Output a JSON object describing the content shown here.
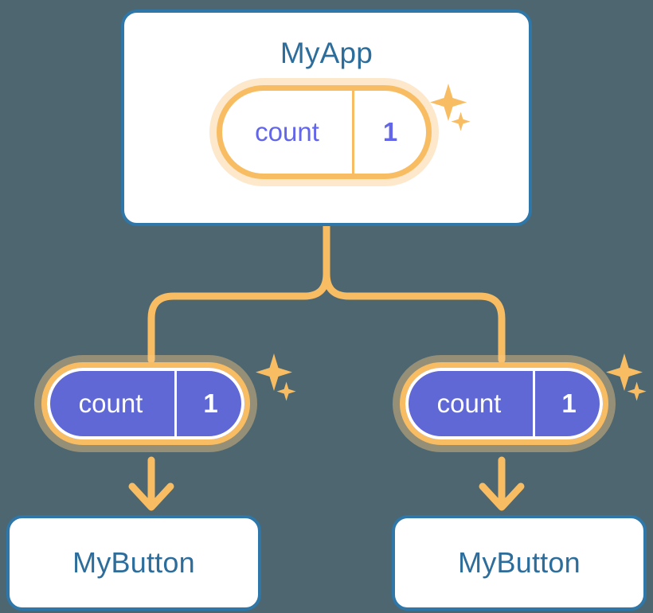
{
  "theme": {
    "background": "#4d666f",
    "card_border": "#2e77a8",
    "card_fill": "#ffffff",
    "title_color": "#2d6d9b",
    "pill_ring": "#f8bd63",
    "pill_halo": "#fbdcab",
    "pill_state_fill": "#6068d6",
    "pill_app_text": "#6366e8",
    "pill_state_text": "#ffffff",
    "connector": "#f8bd63"
  },
  "diagram": {
    "type": "component-tree",
    "root": {
      "name": "app-card",
      "title": "MyApp",
      "state": {
        "key": "count",
        "value": "1",
        "style": "outlined",
        "sparkle": "sparkle-icon"
      }
    },
    "children": [
      {
        "name": "branch-left",
        "state": {
          "key": "count",
          "value": "1",
          "style": "filled",
          "sparkle": "sparkle-icon"
        },
        "leaf": {
          "name": "button-card-left",
          "title": "MyButton"
        }
      },
      {
        "name": "branch-right",
        "state": {
          "key": "count",
          "value": "1",
          "style": "filled",
          "sparkle": "sparkle-icon"
        },
        "leaf": {
          "name": "button-card-right",
          "title": "MyButton"
        }
      }
    ],
    "connectors": [
      {
        "name": "root-fork",
        "icon": "fork-line"
      },
      {
        "name": "arrow-left",
        "icon": "arrow-down-icon"
      },
      {
        "name": "arrow-right",
        "icon": "arrow-down-icon"
      }
    ]
  }
}
